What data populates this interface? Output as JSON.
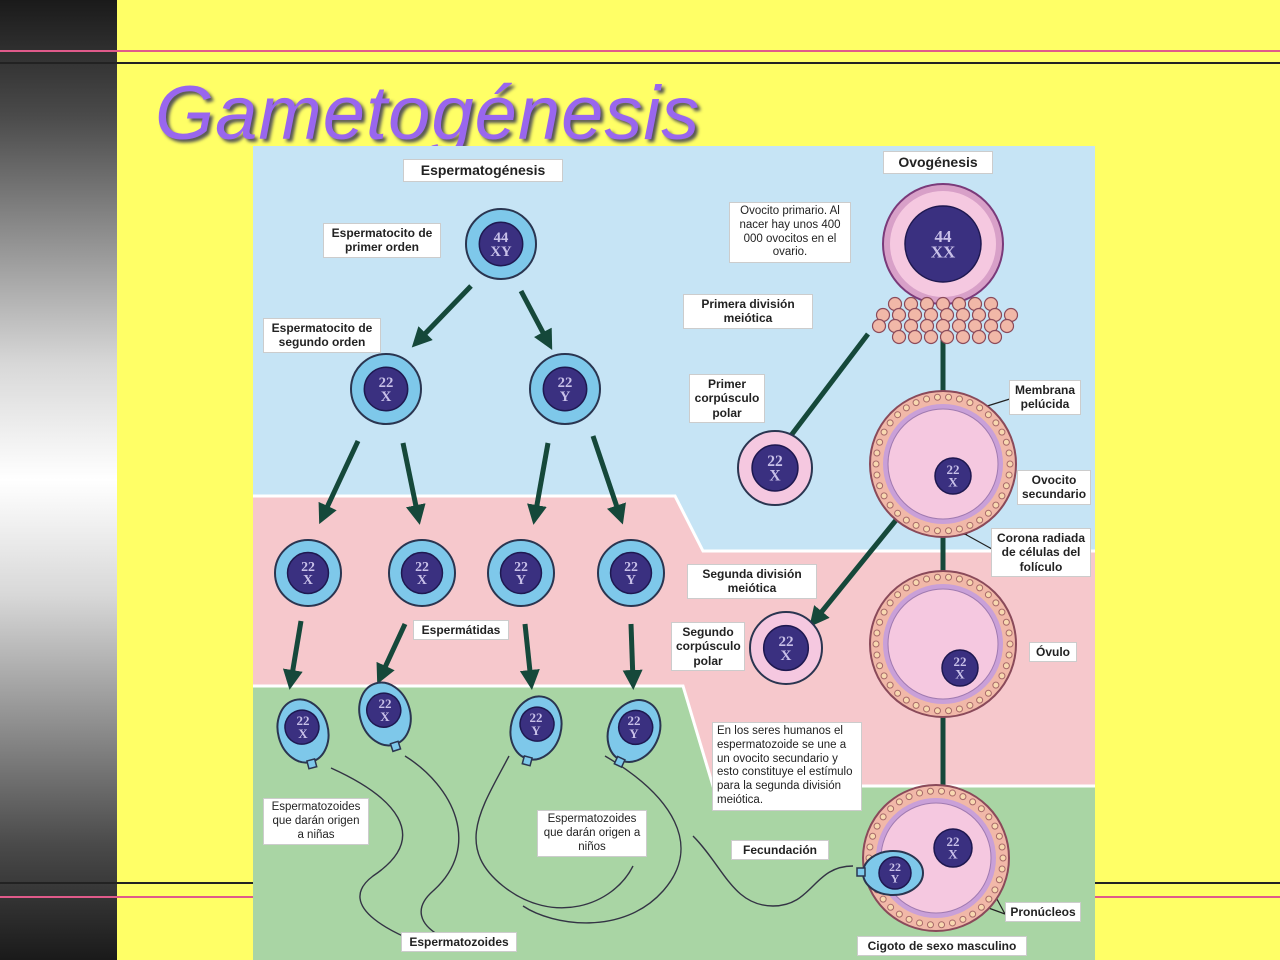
{
  "title": "Gametogénesis",
  "colors": {
    "background": "#ffff66",
    "title": "#9966ee",
    "rule_red": "#e05a8a",
    "rule_dark": "#222222",
    "zone_blue": "#c6e4f5",
    "zone_pink": "#f6c8cc",
    "zone_green": "#a9d5a4",
    "cell_blue": "#7ec8ea",
    "cell_pink": "#f5c8e0",
    "nucleus": "#3a3080",
    "arrow": "#15483a"
  },
  "labels": {
    "espermatogenesis": "Espermatogénesis",
    "ovogenesis": "Ovogénesis",
    "espermatocito_primer": "Espermatocito de primer orden",
    "espermatocito_segundo": "Espermatocito de segundo orden",
    "espermatidas": "Espermátidas",
    "espermatozoides_ninas": "Espermatozoides que darán origen a niñas",
    "espermatozoides_ninos": "Espermatozoides que darán origen a niños",
    "espermatozoides": "Espermatozoides",
    "ovocito_primario": "Ovocito primario. Al nacer hay unos 400 000 ovocitos en el ovario.",
    "primera_division": "Primera división meiótica",
    "primer_corpusculo": "Primer corpúsculo polar",
    "membrana_pelucida": "Membrana pelúcida",
    "ovocito_secundario": "Ovocito secundario",
    "corona_radiada": "Corona radiada de células del folículo",
    "segunda_division": "Segunda división meiótica",
    "segundo_corpusculo": "Segundo corpúsculo polar",
    "ovulo": "Óvulo",
    "nota_fecundacion": "En los seres humanos el espermatozoide se une a un ovocito secundario y esto constituye el estímulo para la segunda división meiótica.",
    "fecundacion": "Fecundación",
    "pronucleos": "Pronúcleos",
    "cigoto": "Cigoto de sexo masculino"
  },
  "nuclei": {
    "espermatocito_primer": [
      "44",
      "XY"
    ],
    "espermatocito_segundo_x": [
      "22",
      "X"
    ],
    "espermatocito_segundo_y": [
      "22",
      "Y"
    ],
    "espermatidas": [
      [
        "22",
        "X"
      ],
      [
        "22",
        "X"
      ],
      [
        "22",
        "Y"
      ],
      [
        "22",
        "Y"
      ]
    ],
    "espermatozoides": [
      [
        "22",
        "X"
      ],
      [
        "22",
        "X"
      ],
      [
        "22",
        "Y"
      ],
      [
        "22",
        "Y"
      ]
    ],
    "ovocito_primario": [
      "44",
      "XX"
    ],
    "primer_corpusculo": [
      "22",
      "X"
    ],
    "ovocito_secundario": [
      "22",
      "X"
    ],
    "segundo_corpusculo": [
      "22",
      "X"
    ],
    "ovulo": [
      "22",
      "X"
    ],
    "cigoto_femenino": [
      "22",
      "X"
    ],
    "cigoto_masculino": [
      "22",
      "Y"
    ]
  }
}
